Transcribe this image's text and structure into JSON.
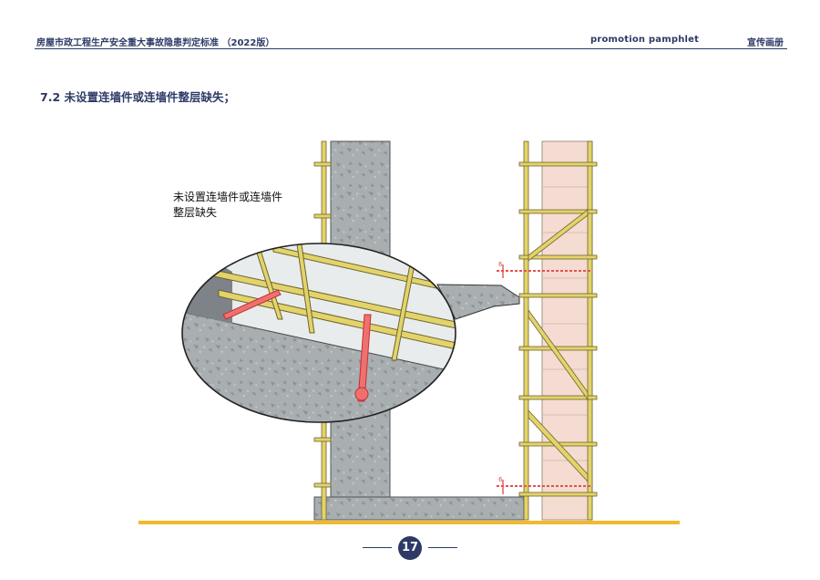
{
  "header": {
    "doc_title": "房屋市政工程生产安全重大事故隐患判定标准 （2022版）",
    "english_tag": "promotion pamphlet",
    "brochure_label": "宣传画册"
  },
  "section": {
    "title": "7.2 未设置连墙件或连墙件整层缺失；"
  },
  "figure": {
    "callout_line1": "未设置连墙件或连墙件",
    "callout_line2": "整层缺失",
    "ruler_mark_1": "6",
    "ruler_mark_2": "6",
    "colors": {
      "concrete": "#a8adb0",
      "scaffold_tube": "#e3d36a",
      "wall_panel": "#f4dcd2",
      "missing_tie": "#e84f4f"
    }
  },
  "footer": {
    "page_number": "17",
    "accent_color": "#f2b92c",
    "navy": "#2d3a66"
  }
}
